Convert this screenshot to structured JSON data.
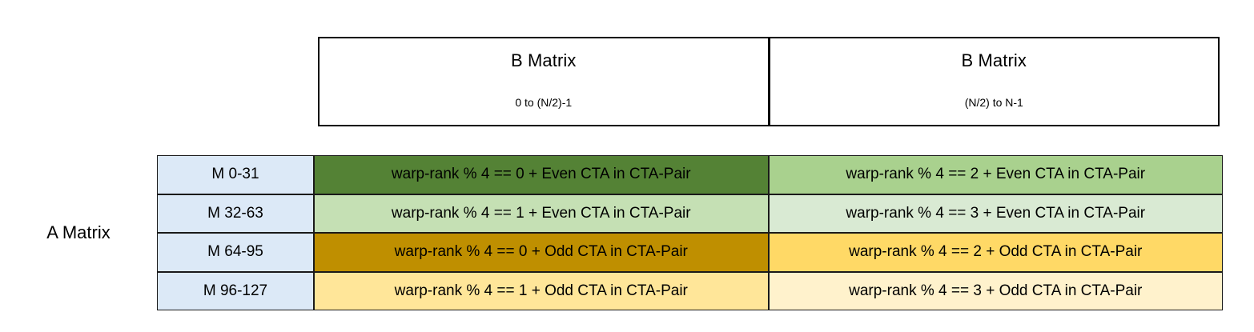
{
  "diagram": {
    "side_label": "A Matrix",
    "column_headers": [
      {
        "title": "B Matrix",
        "range": "0 to (N/2)-1"
      },
      {
        "title": "B Matrix",
        "range": "(N/2) to N-1"
      }
    ],
    "row_labels": [
      "M 0-31",
      "M 32-63",
      "M 64-95",
      "M 96-127"
    ],
    "cells": [
      [
        {
          "text": "warp-rank % 4 == 0  + Even CTA in CTA-Pair",
          "color": "#548235"
        },
        {
          "text": "warp-rank % 4 == 2  + Even CTA in CTA-Pair",
          "color": "#A9D18E"
        }
      ],
      [
        {
          "text": "warp-rank % 4 == 1  + Even CTA in CTA-Pair",
          "color": "#C5E0B4"
        },
        {
          "text": "warp-rank % 4 == 3  + Even CTA in CTA-Pair",
          "color": "#D9EAD3"
        }
      ],
      [
        {
          "text": "warp-rank % 4 == 0  + Odd CTA in CTA-Pair",
          "color": "#BF8F00"
        },
        {
          "text": "warp-rank % 4 == 2  + Odd CTA in CTA-Pair",
          "color": "#FFD966"
        }
      ],
      [
        {
          "text": "warp-rank % 4 == 1  + Odd CTA in CTA-Pair",
          "color": "#FFE699"
        },
        {
          "text": "warp-rank % 4 == 3  + Odd CTA in CTA-Pair",
          "color": "#FFF2CC"
        }
      ]
    ],
    "colors": {
      "row_label_fill": "#DCE9F7",
      "header_fill": "#FFFFFF",
      "border": "#1A1A1A",
      "text": "#000000"
    }
  }
}
